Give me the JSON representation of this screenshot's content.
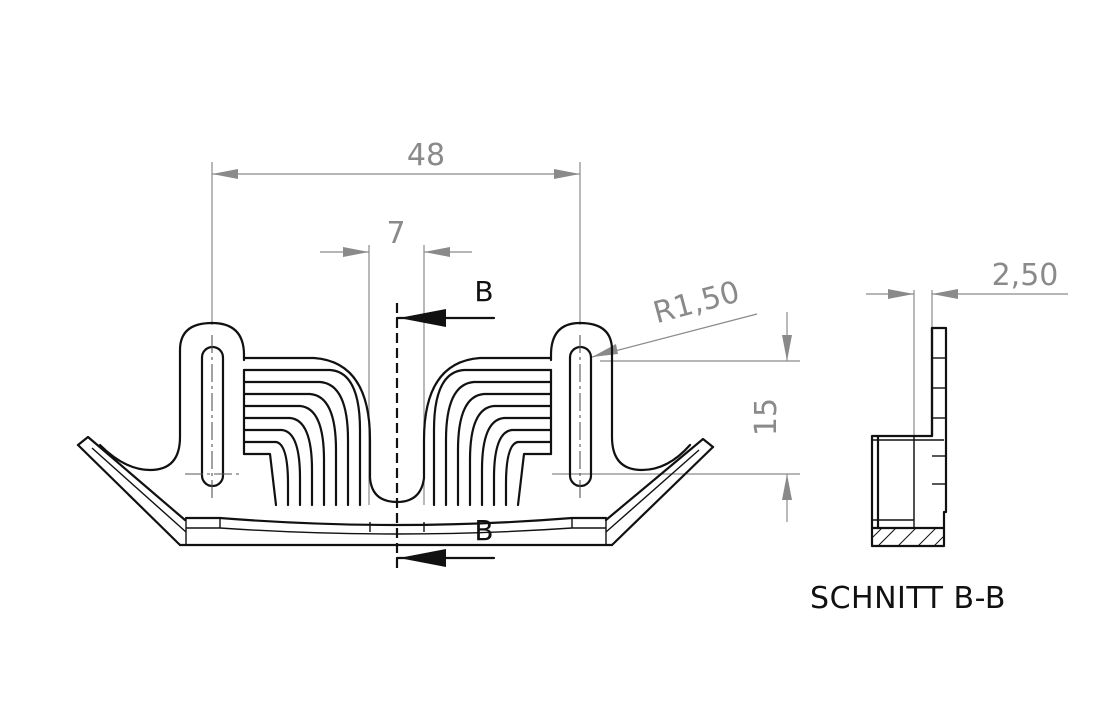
{
  "dimensions": {
    "width_48": "48",
    "width_7": "7",
    "height_15": "15",
    "radius": "R1,50",
    "thickness": "2,50"
  },
  "section_markers": {
    "top": "B",
    "bottom": "B"
  },
  "section_caption": "SCHNITT B-B"
}
